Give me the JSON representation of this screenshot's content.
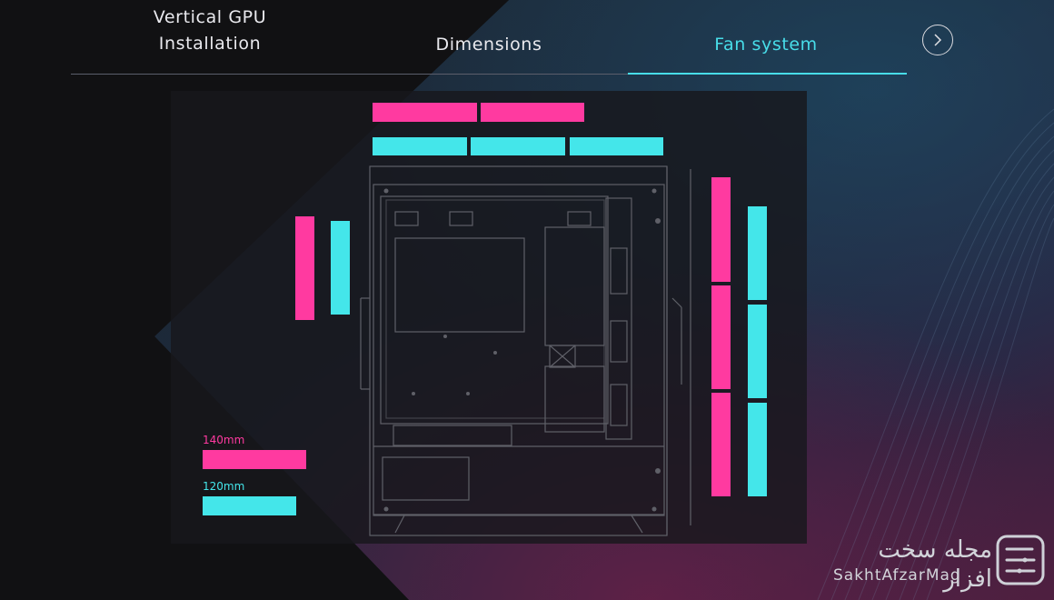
{
  "tabs": [
    {
      "label_line1": "Vertical GPU",
      "label_line2": "Installation",
      "active": false
    },
    {
      "label": "Dimensions",
      "active": false
    },
    {
      "label": "Fan system",
      "active": true
    }
  ],
  "next_icon": "chevron-right-icon",
  "legend": {
    "size_140": "140mm",
    "size_120": "120mm"
  },
  "watermark": {
    "persian": "مجله سخت افزار",
    "latin": "SakhtAfzarMag"
  },
  "colors": {
    "fan_140": "#ff3aa0",
    "fan_120": "#44e6ea",
    "active_tab": "#48dde9"
  },
  "fan_support": {
    "top": {
      "140mm": 2,
      "120mm": 3
    },
    "front": {
      "140mm": 3,
      "120mm": 3
    },
    "rear": {
      "140mm": 1,
      "120mm": 1
    }
  }
}
